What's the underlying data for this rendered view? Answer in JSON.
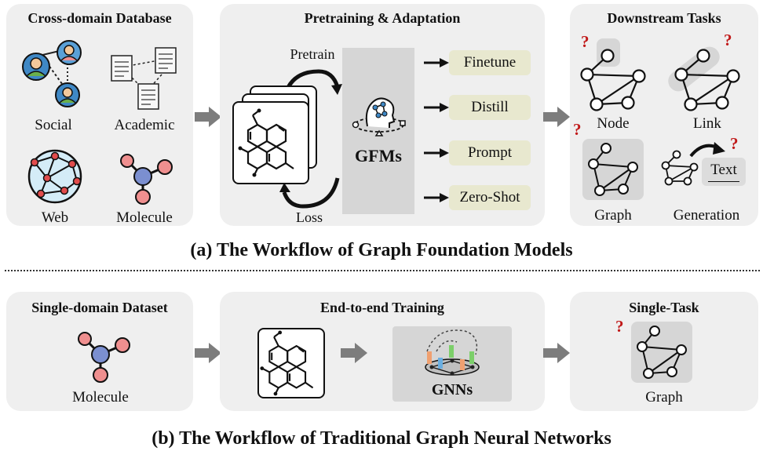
{
  "top": {
    "database": {
      "title": "Cross-domain Database",
      "labels": {
        "social": "Social",
        "academic": "Academic",
        "web": "Web",
        "molecule": "Molecule"
      }
    },
    "pretraining": {
      "title": "Pretraining & Adaptation",
      "pretrain": "Pretrain",
      "loss": "Loss",
      "model": "GFMs",
      "options": [
        "Finetune",
        "Distill",
        "Prompt",
        "Zero-Shot"
      ]
    },
    "downstream": {
      "title": "Downstream Tasks",
      "labels": {
        "node": "Node",
        "link": "Link",
        "graph": "Graph",
        "generation": "Generation"
      },
      "text_box": "Text",
      "question": "?"
    },
    "caption": "(a) The Workflow of Graph Foundation Models"
  },
  "bottom": {
    "dataset": {
      "title": "Single-domain Dataset",
      "label": "Molecule"
    },
    "training": {
      "title": "End-to-end Training",
      "model": "GNNs"
    },
    "task": {
      "title": "Single-Task",
      "label": "Graph",
      "question": "?"
    },
    "caption": "(b) The Workflow of Traditional Graph Neural Networks"
  },
  "colors": {
    "panel": "#efefef",
    "option_box": "#e8e8cf",
    "question_mark": "#c01818",
    "gray_arrow": "#7d7d7d",
    "node_blue": "#7b8fd0",
    "node_red": "#ef8f8f",
    "social_blue": "#3f88c5"
  }
}
